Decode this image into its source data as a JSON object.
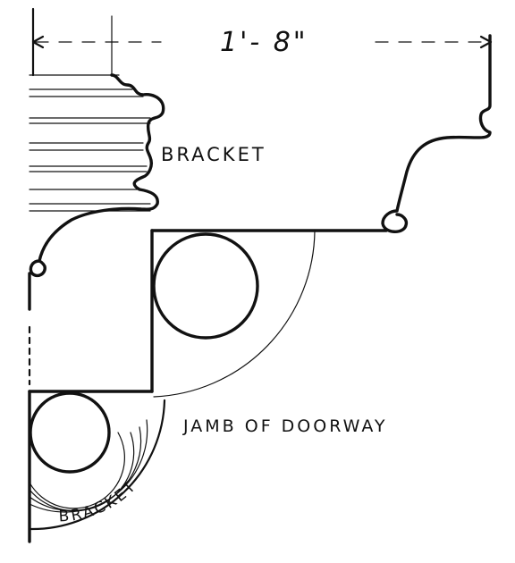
{
  "labels": {
    "dimension": "1'- 8\"",
    "bracket_top": "BRACKET",
    "jamb": "JAMB OF DOORWAY",
    "bracket_bottom": "BRACKET"
  },
  "colors": {
    "ink": "#111111",
    "paper": "#ffffff"
  }
}
